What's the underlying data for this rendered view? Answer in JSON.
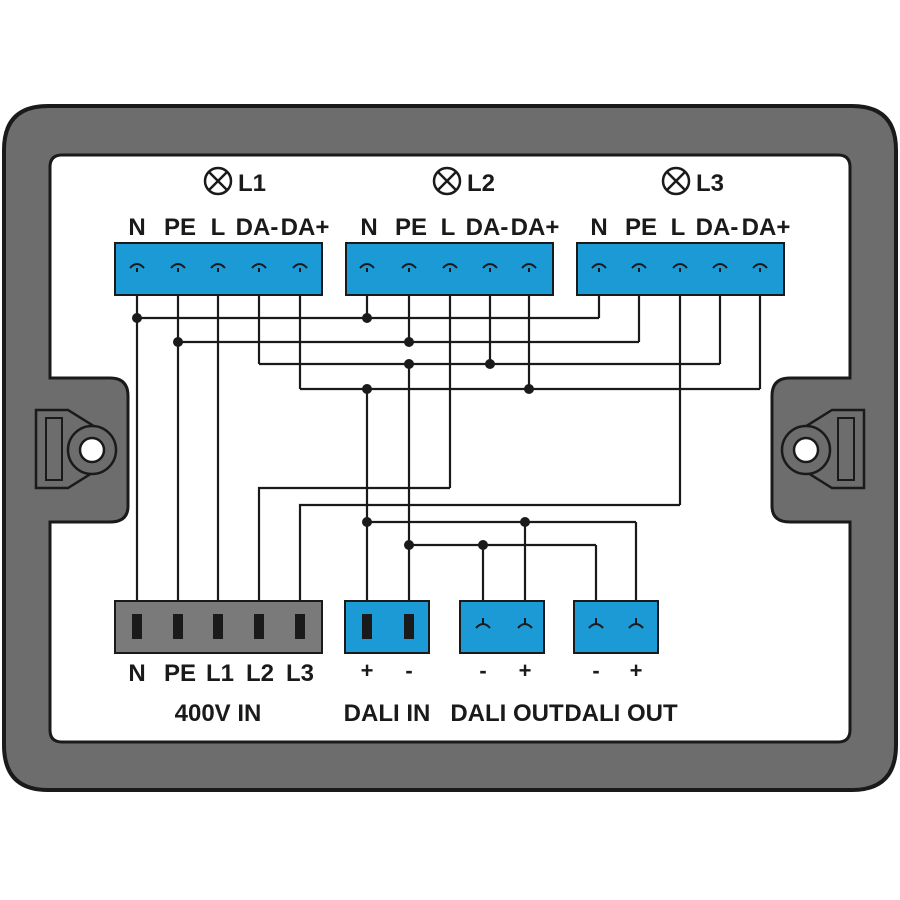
{
  "lamps": [
    {
      "label": "L1"
    },
    {
      "label": "L2"
    },
    {
      "label": "L3"
    }
  ],
  "top_terminal_pins": [
    "N",
    "PE",
    "L",
    "DA-",
    "DA+"
  ],
  "bottom_blocks": {
    "mains": {
      "pins": [
        "N",
        "PE",
        "L1",
        "L2",
        "L3"
      ],
      "title": "400V IN"
    },
    "dali_in": {
      "pins": [
        "+",
        "-"
      ],
      "title": "DALI IN"
    },
    "dali_out_1": {
      "pins": [
        "-",
        "+"
      ],
      "title": "DALI OUT"
    },
    "dali_out_2": {
      "pins": [
        "-",
        "+"
      ],
      "title": "DALI OUT"
    }
  },
  "colors": {
    "housing": "#6d6d6d",
    "terminal_blue": "#1b9ad6",
    "terminal_grey": "#7a7a7a",
    "wire": "#1a1a1a"
  }
}
